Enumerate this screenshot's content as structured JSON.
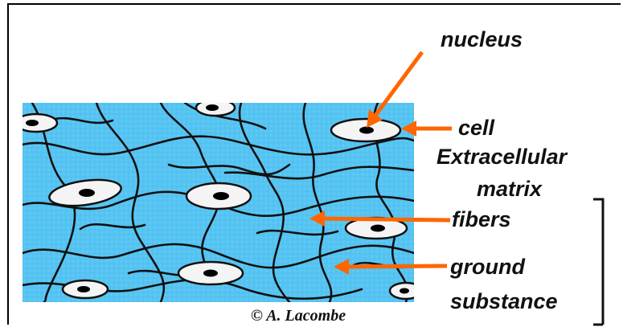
{
  "diagram": {
    "labels": {
      "nucleus": "nucleus",
      "cell": "cell",
      "extracellular": "Extracellular",
      "matrix": "matrix",
      "fibers": "fibers",
      "ground": "ground",
      "substance": "substance"
    },
    "copyright": "© A. Lacombe",
    "colors": {
      "ground_substance": "#56c4f2",
      "fibers": "#111111",
      "arrows": "#ff6600",
      "cell_body": "#f4f4f4",
      "nucleus": "#000000"
    }
  }
}
